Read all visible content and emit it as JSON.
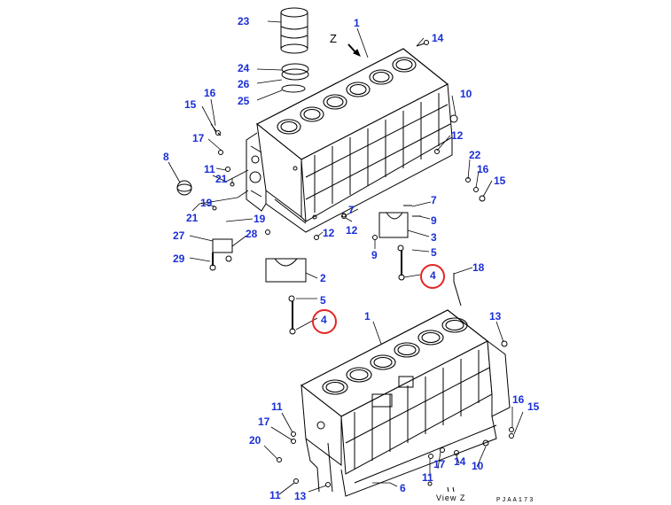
{
  "diagram": {
    "view_marker": "Z",
    "view_caption": "View Z",
    "drawing_code": "PJAA173",
    "highlight_color": "#e32626",
    "label_color": "#1a2fd6",
    "callouts": [
      {
        "id": "c23",
        "text": "23"
      },
      {
        "id": "c1a",
        "text": "1"
      },
      {
        "id": "c14a",
        "text": "14"
      },
      {
        "id": "c24",
        "text": "24"
      },
      {
        "id": "c26",
        "text": "26"
      },
      {
        "id": "c25",
        "text": "25"
      },
      {
        "id": "c16a",
        "text": "16"
      },
      {
        "id": "c15a",
        "text": "15"
      },
      {
        "id": "c10a",
        "text": "10"
      },
      {
        "id": "c17a",
        "text": "17"
      },
      {
        "id": "c11a",
        "text": "11"
      },
      {
        "id": "c21a",
        "text": "21"
      },
      {
        "id": "c8",
        "text": "8"
      },
      {
        "id": "c19a",
        "text": "19"
      },
      {
        "id": "c21b",
        "text": "21"
      },
      {
        "id": "c12a",
        "text": "12"
      },
      {
        "id": "c22",
        "text": "22"
      },
      {
        "id": "c16b",
        "text": "16"
      },
      {
        "id": "c15b",
        "text": "15"
      },
      {
        "id": "c7a",
        "text": "7"
      },
      {
        "id": "c7b",
        "text": "7"
      },
      {
        "id": "c9a",
        "text": "9"
      },
      {
        "id": "c19b",
        "text": "19"
      },
      {
        "id": "c12b",
        "text": "12"
      },
      {
        "id": "c12c",
        "text": "12"
      },
      {
        "id": "c3",
        "text": "3"
      },
      {
        "id": "c27",
        "text": "27"
      },
      {
        "id": "c28",
        "text": "28"
      },
      {
        "id": "c9b",
        "text": "9"
      },
      {
        "id": "c5a",
        "text": "5"
      },
      {
        "id": "c29",
        "text": "29"
      },
      {
        "id": "c4a",
        "text": "4"
      },
      {
        "id": "c18",
        "text": "18"
      },
      {
        "id": "c2",
        "text": "2"
      },
      {
        "id": "c5b",
        "text": "5"
      },
      {
        "id": "c4b",
        "text": "4"
      },
      {
        "id": "c1b",
        "text": "1"
      },
      {
        "id": "c13a",
        "text": "13"
      },
      {
        "id": "c16c",
        "text": "16"
      },
      {
        "id": "c15c",
        "text": "15"
      },
      {
        "id": "c11b",
        "text": "11"
      },
      {
        "id": "c17b",
        "text": "17"
      },
      {
        "id": "c20",
        "text": "20"
      },
      {
        "id": "c14b",
        "text": "14"
      },
      {
        "id": "c17c",
        "text": "17"
      },
      {
        "id": "c10b",
        "text": "10"
      },
      {
        "id": "c11c",
        "text": "11"
      },
      {
        "id": "c13b",
        "text": "13"
      },
      {
        "id": "c11d",
        "text": "11"
      },
      {
        "id": "c6",
        "text": "6"
      }
    ]
  }
}
